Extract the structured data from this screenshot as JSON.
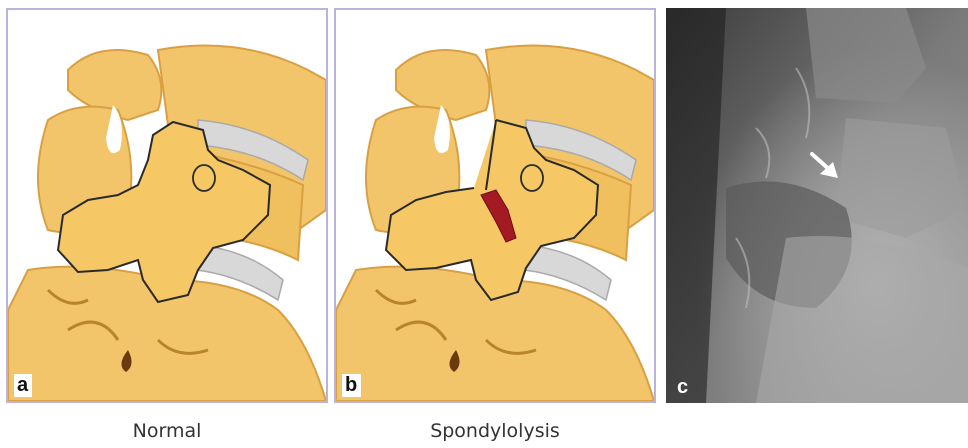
{
  "panels": [
    {
      "letter": "a",
      "caption": "Normal"
    },
    {
      "letter": "b",
      "caption": "Spondylolysis"
    },
    {
      "letter": "c",
      "caption": ""
    }
  ],
  "colors": {
    "bone": "#f3c56a",
    "bone_shade": "#d9a043",
    "disc": "#d8d8d8",
    "defect": "#a31a22",
    "outline": "#2a2a2a",
    "border": "#b9b3dd"
  },
  "icons": {
    "xray_arrow": "white-arrow-icon"
  }
}
